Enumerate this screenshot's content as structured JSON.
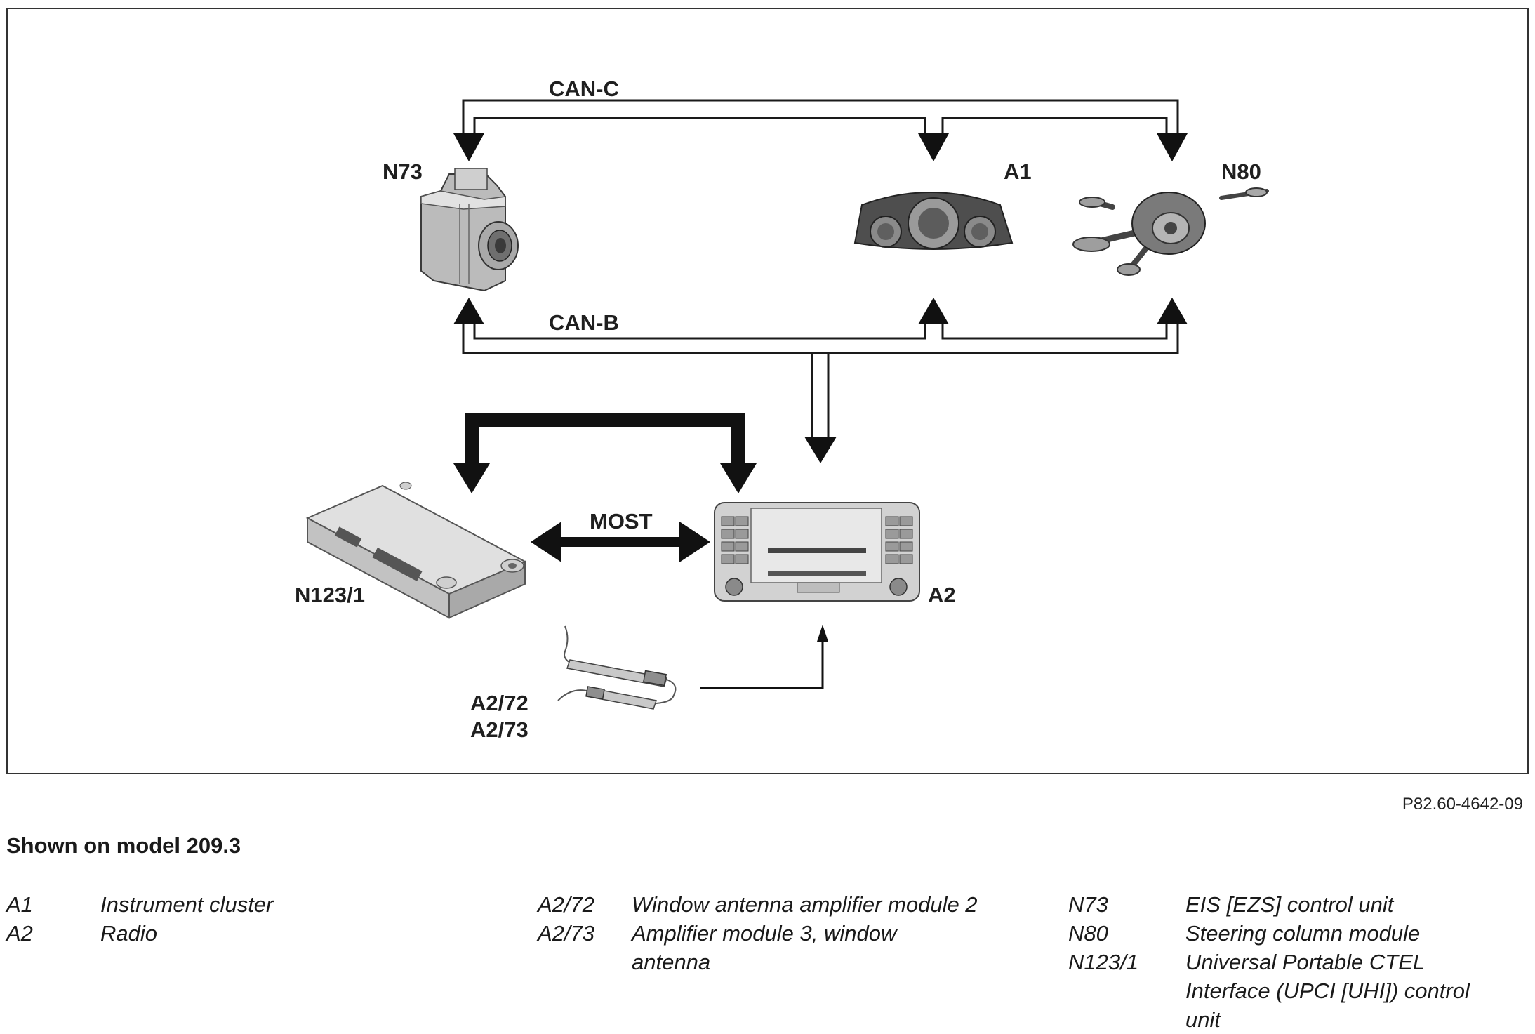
{
  "diagram": {
    "bus_labels": {
      "can_c": "CAN-C",
      "can_b": "CAN-B",
      "most": "MOST"
    },
    "components": {
      "n73": "N73",
      "a1": "A1",
      "n80": "N80",
      "n123_1": "N123/1",
      "a2": "A2",
      "a2_72": "A2/72",
      "a2_73": "A2/73"
    }
  },
  "figure_id": "P82.60-4642-09",
  "caption": "Shown on model 209.3",
  "legend": {
    "col1": [
      {
        "code": "A1",
        "desc": "Instrument cluster"
      },
      {
        "code": "A2",
        "desc": "Radio"
      }
    ],
    "col2": [
      {
        "code": "A2/72",
        "desc": "Window antenna amplifier module 2"
      },
      {
        "code": "A2/73",
        "desc": "Amplifier module 3, window antenna"
      }
    ],
    "col3": [
      {
        "code": "N73",
        "desc": "EIS [EZS] control unit"
      },
      {
        "code": "N80",
        "desc": "Steering column module"
      },
      {
        "code": "N123/1",
        "desc": "Universal Portable CTEL Interface (UPCI [UHI]) control unit"
      }
    ]
  }
}
